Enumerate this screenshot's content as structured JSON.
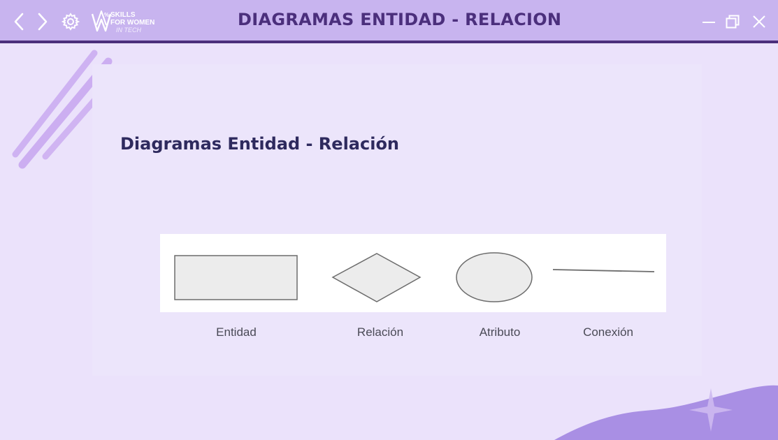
{
  "topbar": {
    "title": "DIAGRAMAS ENTIDAD - RELACION",
    "logo": {
      "line1": "SKILLS",
      "line2": "FOR WOMEN",
      "line3": "IN TECH"
    },
    "icons": [
      "chevron-left-icon",
      "chevron-right-icon",
      "gear-icon",
      "minimize-icon",
      "restore-icon",
      "close-icon"
    ]
  },
  "slide": {
    "title": "Diagramas Entidad - Relación",
    "shapes": [
      {
        "label": "Entidad",
        "shape": "rectangle"
      },
      {
        "label": "Relación",
        "shape": "diamond"
      },
      {
        "label": "Atributo",
        "shape": "ellipse"
      },
      {
        "label": "Conexión",
        "shape": "line"
      }
    ]
  },
  "colors": {
    "background": "#ebe2fb",
    "topbar": "#c8b4ef",
    "accent": "#4b2f7c",
    "title": "#2e2a5e",
    "shape_fill": "#ececec",
    "decoration": "#c9a9f0"
  }
}
